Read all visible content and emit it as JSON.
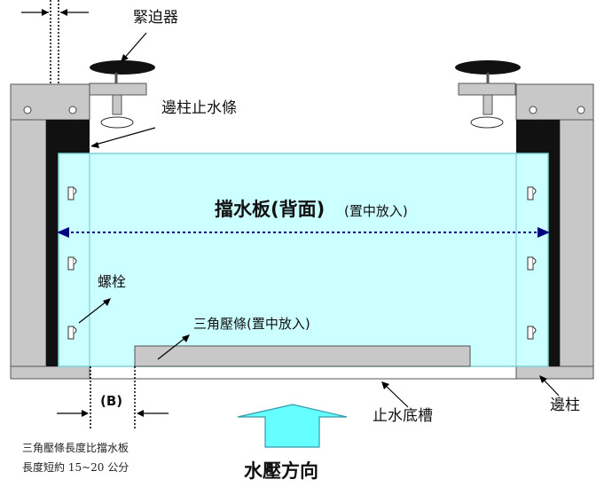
{
  "labels": {
    "clamp": "緊迫器",
    "side_seal": "邊柱止水條",
    "board": "擋水板(背面)",
    "board_note": "(置中放入)",
    "bolt": "螺栓",
    "triangle_strip": "三角壓條(置中放入)",
    "b_mark": "(B)",
    "bottom_groove": "止水底槽",
    "side_post": "邊柱",
    "note_line1": "三角壓條長度比擋水板",
    "note_line2": "長度短約 15~20 公分",
    "water_direction": "水壓方向"
  },
  "colors": {
    "board_fill": "#ccffff",
    "board_border": "#7fd0d8",
    "post_fill": "#c8c8c8",
    "seal_fill": "#111111",
    "arrow_fill": "#66ffff",
    "arrow_stroke": "#3399aa",
    "dimension_line": "#000080"
  }
}
